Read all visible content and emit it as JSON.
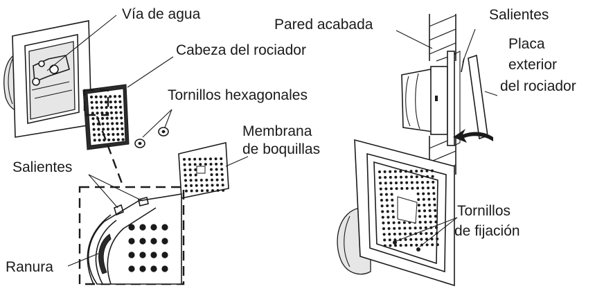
{
  "labels": {
    "via_de_agua": "Vía de agua",
    "cabeza_rociador": "Cabeza del rociador",
    "tornillos_hexagonales": "Tornillos hexagonales",
    "membrana_l1": "Membrana",
    "membrana_l2": "de boquillas",
    "salientes_left": "Salientes",
    "ranura": "Ranura",
    "pared_acabada": "Pared acabada",
    "salientes_right": "Salientes",
    "placa_l1": "Placa",
    "placa_l2": "exterior",
    "placa_l3": "del rociador",
    "tornillos_fijacion_l1": "Tornillos",
    "tornillos_fijacion_l2": "de fijación"
  },
  "colors": {
    "ink": "#1a1a1a",
    "background": "#ffffff",
    "shade": "#e6e6e6"
  }
}
